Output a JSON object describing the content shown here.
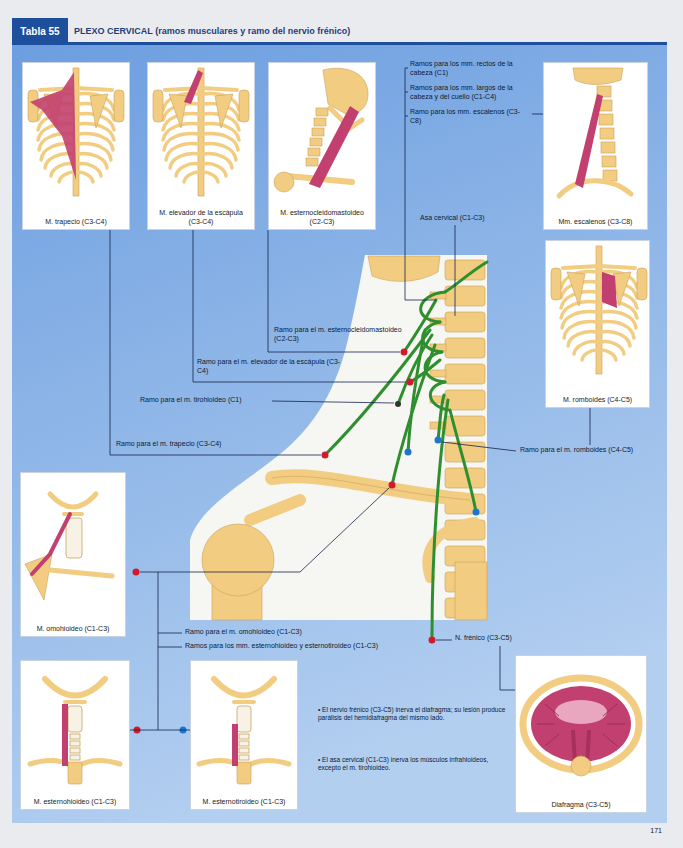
{
  "diagram": {
    "title": "PLEXO CERVICAL (ramos musculares y ramo del nervio frénico)",
    "nodes": [
      {
        "text": [
          "Tabla 55"
        ]
      },
      {
        "text": [
          "M. trapecio (C3-C4)"
        ]
      },
      {
        "text": [
          "M. elevador de la escápula (C3-C4)"
        ]
      },
      {
        "text": [
          "M. esternocleidomastoideo (C2-C3)"
        ]
      },
      {
        "text": [
          "Mm. escalenos (C3-C8)"
        ]
      },
      {
        "text": [
          "M. romboides (C4-C5)"
        ]
      },
      {
        "text": [
          "M. omohioideo (C1-C3)"
        ]
      },
      {
        "text": [
          "M. esternohioideo (C1-C3)"
        ]
      },
      {
        "text": [
          "M. esternotiroideo (C1-C3)"
        ]
      },
      {
        "text": [
          "Diafragma (C3-C5)"
        ]
      }
    ],
    "labels": [
      "Ramos para los mm. rectos de la cabeza (C1)",
      "Ramos para los mm. largos de la cabeza y del cuello (C1-C4)",
      "Ramo para los mm. escalenos (C3-C8)",
      "Asa cervical (C1-C3)",
      "Ramo para el m. esternocleidomastoideo (C2-C3)",
      "Ramo para el m. elevador de la escápula (C3-C4)",
      "Ramo para el m. tirohioideo (C1)",
      "Ramo para el m. trapecio (C3-C4)",
      "Ramo para el m. romboides (C4-C5)",
      "Ramo para el m. omohioideo (C1-C3)",
      "Ramos para los mm. esternohioideo y esternotiroideo (C1-C3)",
      "N. frénico (C3-C5)",
      "• El nervio frénico (C3-C5) inerva el diafragma; su lesión produce parálisis del hemidiafragma del mismo lado.",
      "• El asa cervical (C1-C3) inerva los músculos infrahioideos, excepto el m. tirohioideo.",
      "171"
    ]
  }
}
